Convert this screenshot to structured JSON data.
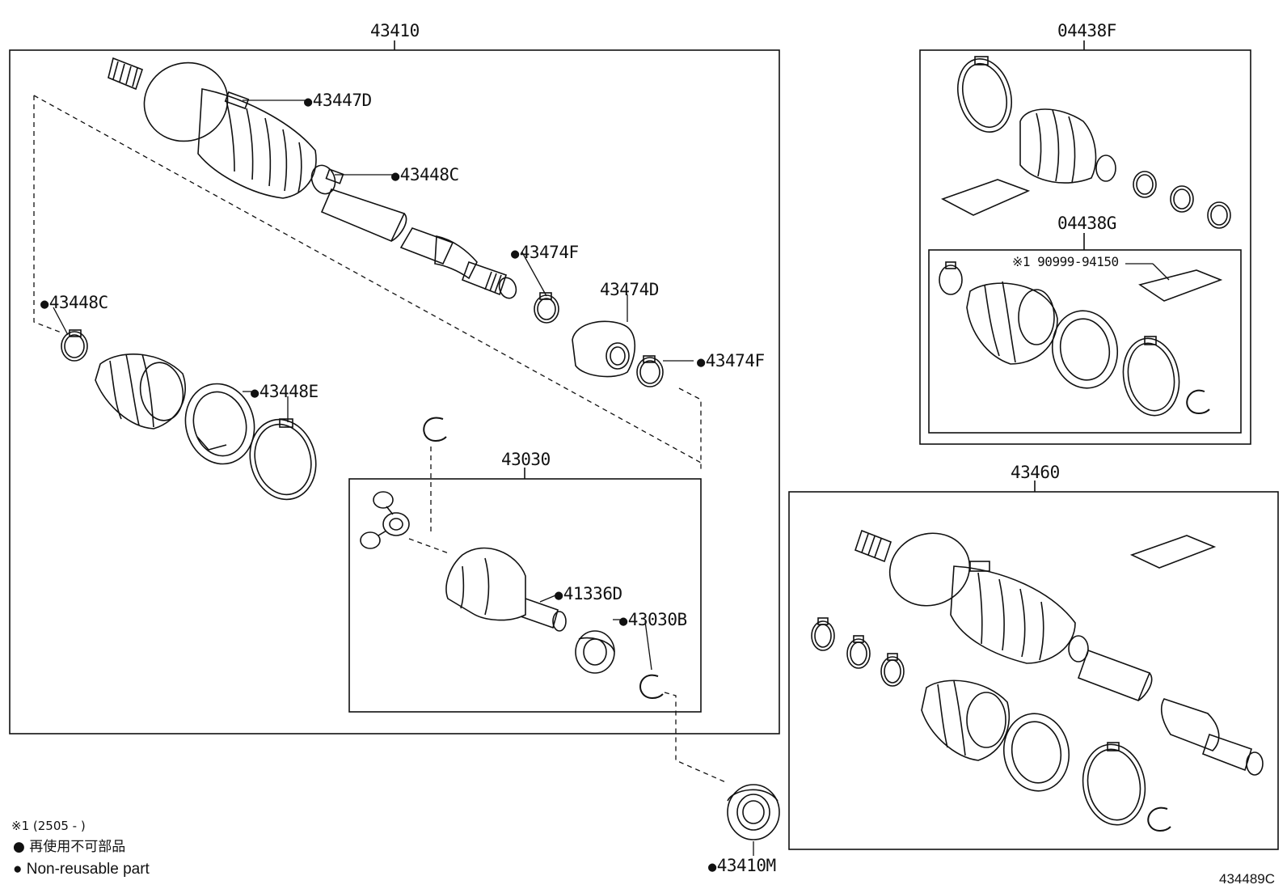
{
  "frame_labels": {
    "main_assembly": "43410",
    "boot_kit_outer": "04438F",
    "boot_kit_inner": "04438G",
    "inner_joint": "43030",
    "drive_shaft_rh": "43460"
  },
  "part_labels": {
    "p43447D": "43447D",
    "p43448C_a": "43448C",
    "p43474F_a": "43474F",
    "p43474D": "43474D",
    "p43474F_b": "43474F",
    "p43448C_b": "43448C",
    "p43448E": "43448E",
    "p41336D": "41336D",
    "p43030B": "43030B",
    "p43410M": "43410M",
    "p90999": "※1 90999-94150"
  },
  "legend": {
    "note1": "※1 (2505 -        )",
    "jp_nonreusable": "● 再使用不可部品",
    "en_nonreusable": "● Non-reusable part"
  },
  "diagram_code": "434489C",
  "icons": [
    "drive-shaft-icon",
    "boot-icon",
    "clamp-icon",
    "bearing-icon",
    "snap-ring-icon",
    "grease-pack-icon",
    "tripod-icon",
    "housing-icon"
  ]
}
